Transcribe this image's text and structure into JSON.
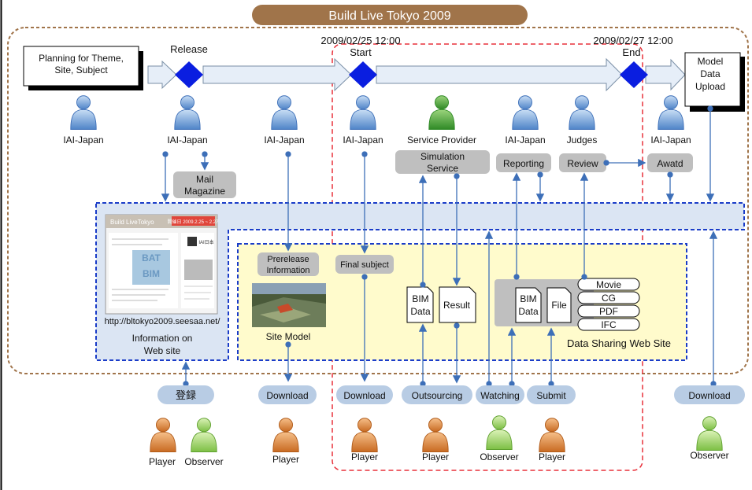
{
  "title": "Build Live Tokyo 2009",
  "timeline": {
    "planning": [
      "Planning for Theme,",
      "Site, Subject"
    ],
    "release": "Release",
    "start_date": "2009/02/25 12:00",
    "start": "Start",
    "end_date": "2009/02/27 12:00",
    "end": "End",
    "upload": [
      "Model",
      "Data",
      "Upload"
    ]
  },
  "actors": {
    "iai1": "IAI-Japan",
    "iai2": "IAI-Japan",
    "iai3": "IAI-Japan",
    "iai4": "IAI-Japan",
    "provider": "Service Provider",
    "iai5": "IAI-Japan",
    "judges": "Judges",
    "iai6": "IAI-Japan"
  },
  "services": {
    "mail": [
      "Mail",
      "Magazine"
    ],
    "simulation": [
      "Simulation",
      "Service"
    ],
    "reporting": "Reporting",
    "review": "Review",
    "award": "Awatd"
  },
  "website": {
    "url": "http://bltokyo2009.seesaa.net/",
    "caption": [
      "Information on",
      "Web site"
    ],
    "screenshot_header": "Build LiveTokyo",
    "screenshot_badge": "開催日 2009.2.25 ~ 2.27"
  },
  "site": {
    "prerelease": [
      "Prerelease",
      "Information"
    ],
    "site_model": "Site Model",
    "final_subject": "Final subject",
    "bim": [
      "BIM",
      "Data"
    ],
    "result": "Result",
    "file": "File",
    "formats": [
      "Movie",
      "CG",
      "PDF",
      "IFC"
    ],
    "sharing": "Data Sharing Web Site"
  },
  "actions": {
    "register": "登録",
    "download1": "Download",
    "download2": "Download",
    "outsourcing": "Outsourcing",
    "watching": "Watching",
    "submit": "Submit",
    "download3": "Download"
  },
  "players": {
    "p1": "Player",
    "o1": "Observer",
    "p2": "Player",
    "p3": "Player",
    "p4": "Player",
    "o2": "Observer",
    "p5": "Player",
    "o3": "Observer"
  },
  "colors": {
    "blue_person": "#6f9fd8",
    "green_person": "#48a23a",
    "orange_person": "#e08a3c",
    "light_green_person": "#9fd26a",
    "title_bar": "#a0744a",
    "diamond": "#0a1ee0",
    "red_dash": "#e8303a",
    "blue_dash": "#1a3cc8"
  }
}
